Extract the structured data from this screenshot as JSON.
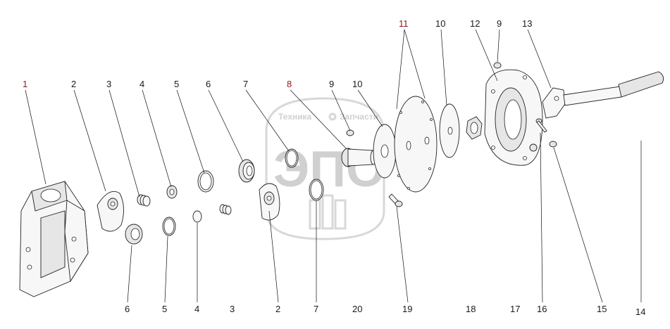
{
  "diagram": {
    "watermark": {
      "brand_left": "Техника",
      "brand_right": "Запчасти",
      "letters": "ЭПО"
    },
    "top_labels": [
      {
        "id": "1",
        "text": "1",
        "color": "#8b1a1a"
      },
      {
        "id": "2",
        "text": "2",
        "color": "#1a1a1a"
      },
      {
        "id": "3",
        "text": "3",
        "color": "#1a1a1a"
      },
      {
        "id": "4",
        "text": "4",
        "color": "#1a1a1a"
      },
      {
        "id": "5",
        "text": "5",
        "color": "#1a1a1a"
      },
      {
        "id": "6",
        "text": "6",
        "color": "#1a1a1a"
      },
      {
        "id": "7",
        "text": "7",
        "color": "#1a1a1a"
      },
      {
        "id": "8",
        "text": "8",
        "color": "#8b1a1a"
      },
      {
        "id": "9",
        "text": "9",
        "color": "#1a1a1a"
      },
      {
        "id": "10",
        "text": "10",
        "color": "#1a1a1a"
      },
      {
        "id": "11",
        "text": "11",
        "color": "#8b1a1a"
      },
      {
        "id": "10b",
        "text": "10",
        "color": "#1a1a1a"
      },
      {
        "id": "12",
        "text": "12",
        "color": "#1a1a1a"
      },
      {
        "id": "9b",
        "text": "9",
        "color": "#1a1a1a"
      },
      {
        "id": "13",
        "text": "13",
        "color": "#1a1a1a"
      }
    ],
    "bottom_labels": [
      {
        "id": "6b",
        "text": "6",
        "color": "#1a1a1a"
      },
      {
        "id": "5b",
        "text": "5",
        "color": "#1a1a1a"
      },
      {
        "id": "4b",
        "text": "4",
        "color": "#1a1a1a"
      },
      {
        "id": "3b",
        "text": "3",
        "color": "#1a1a1a"
      },
      {
        "id": "2b",
        "text": "2",
        "color": "#1a1a1a"
      },
      {
        "id": "7b",
        "text": "7",
        "color": "#1a1a1a"
      },
      {
        "id": "20",
        "text": "20",
        "color": "#1a1a1a"
      },
      {
        "id": "19",
        "text": "19",
        "color": "#1a1a1a"
      },
      {
        "id": "18",
        "text": "18",
        "color": "#1a1a1a"
      },
      {
        "id": "17",
        "text": "17",
        "color": "#1a1a1a"
      },
      {
        "id": "16",
        "text": "16",
        "color": "#1a1a1a"
      },
      {
        "id": "15",
        "text": "15",
        "color": "#1a1a1a"
      },
      {
        "id": "14",
        "text": "14",
        "color": "#1a1a1a"
      }
    ]
  }
}
